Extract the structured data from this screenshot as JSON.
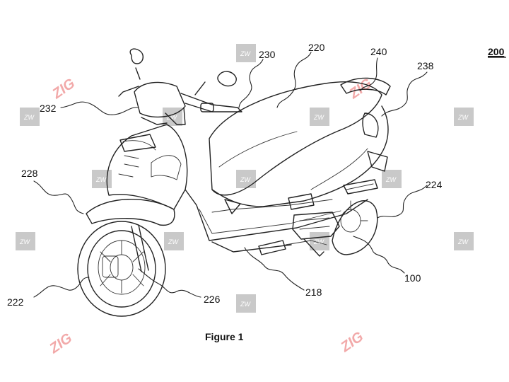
{
  "figure": {
    "caption": "Figure 1",
    "assembly_ref": "200"
  },
  "reference_labels": {
    "r100": "100",
    "r218": "218",
    "r220": "220",
    "r222": "222",
    "r224": "224",
    "r226": "226",
    "r228": "228",
    "r230": "230",
    "r232": "232",
    "r238": "238",
    "r240": "240"
  },
  "watermarks": {
    "box_text": "ZW",
    "zig_text": "ZIG",
    "box_color": "#c9c9c9",
    "zig_color": "#f2a9a9"
  }
}
